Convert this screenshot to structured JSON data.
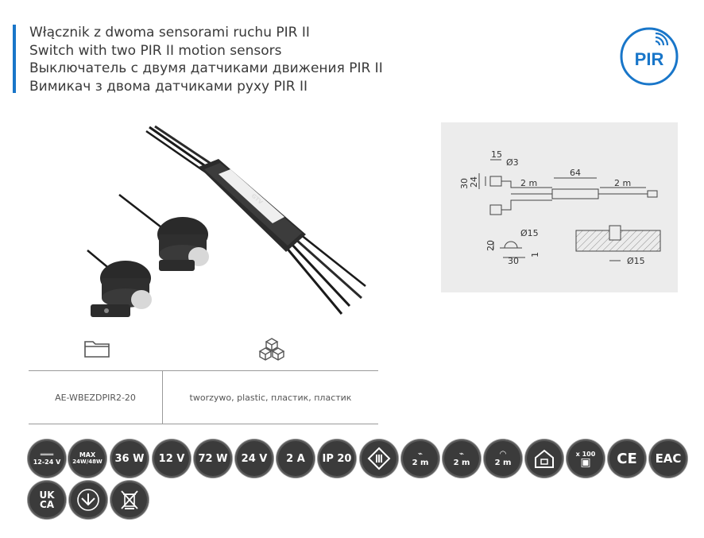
{
  "titles": [
    "Włącznik z dwoma sensorami ruchu PIR II",
    "Switch with two PIR II motion sensors",
    "Выключатель с двумя датчиками движения PIR II",
    "Вимикач з двома датчиками руху PIR II"
  ],
  "pir_badge": {
    "label": "PIR"
  },
  "product": {
    "brand": "GTV"
  },
  "drawing": {
    "dim_15": "15",
    "dim_d3": "Ø3",
    "dim_30": "30",
    "dim_24": "24",
    "dim_2m_left": "2 m",
    "dim_64": "64",
    "dim_2m_right": "2 m",
    "dim_d15_top": "Ø15",
    "dim_20": "20",
    "dim_30_bottom": "30",
    "dim_1": "1",
    "dim_d15_cut": "Ø15"
  },
  "table": {
    "code": "AE-WBEZDPIR2-20",
    "material": "tworzywo, plastic, пластик, пластик"
  },
  "badges": {
    "voltage_range": "12-24 V",
    "max_label": "MAX",
    "max_value": "24W/48W",
    "power_36": "36 W",
    "volt_12": "12 V",
    "power_72": "72 W",
    "volt_24": "24 V",
    "current": "2 A",
    "ip": "IP 20",
    "cable_2m_a": "2 m",
    "cable_2m_b": "2 m",
    "sensor_2m": "2 m",
    "pack": "x 100",
    "ce": "CE",
    "eac": "EAC",
    "ukca_line1": "UK",
    "ukca_line2": "CA"
  },
  "colors": {
    "accent": "#1976c9",
    "badge_bg": "#3b3b3b"
  }
}
